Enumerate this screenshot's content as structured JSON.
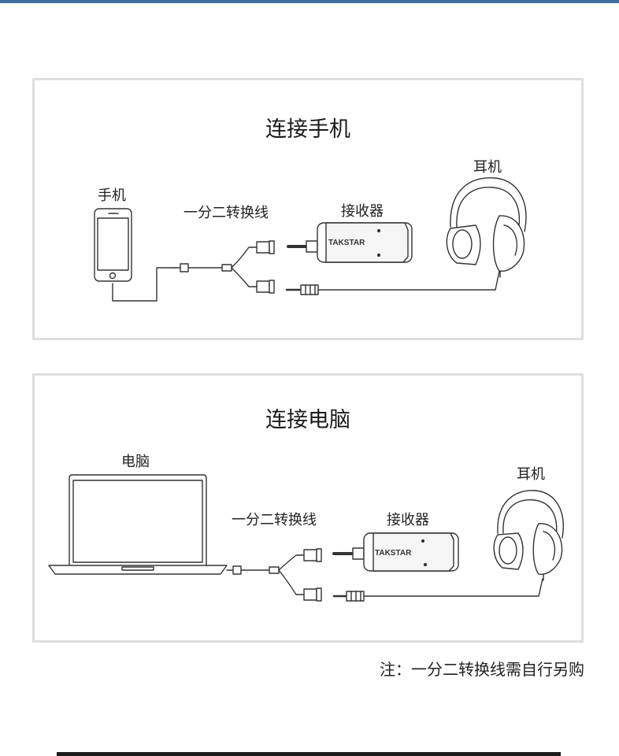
{
  "panels": [
    {
      "title": "连接手机",
      "labels": {
        "source": "手机",
        "cable": "一分二转换线",
        "receiver": "接收器",
        "headphones": "耳机"
      },
      "brand": "TAKSTAR"
    },
    {
      "title": "连接电脑",
      "labels": {
        "source": "电脑",
        "cable": "一分二转换线",
        "receiver": "接收器",
        "headphones": "耳机"
      },
      "brand": "TAKSTAR"
    }
  ],
  "note": "注：一分二转换线需自行另购",
  "colors": {
    "line": "#333333",
    "border": "#dedede",
    "accent_bar": "#3d6f9c"
  }
}
